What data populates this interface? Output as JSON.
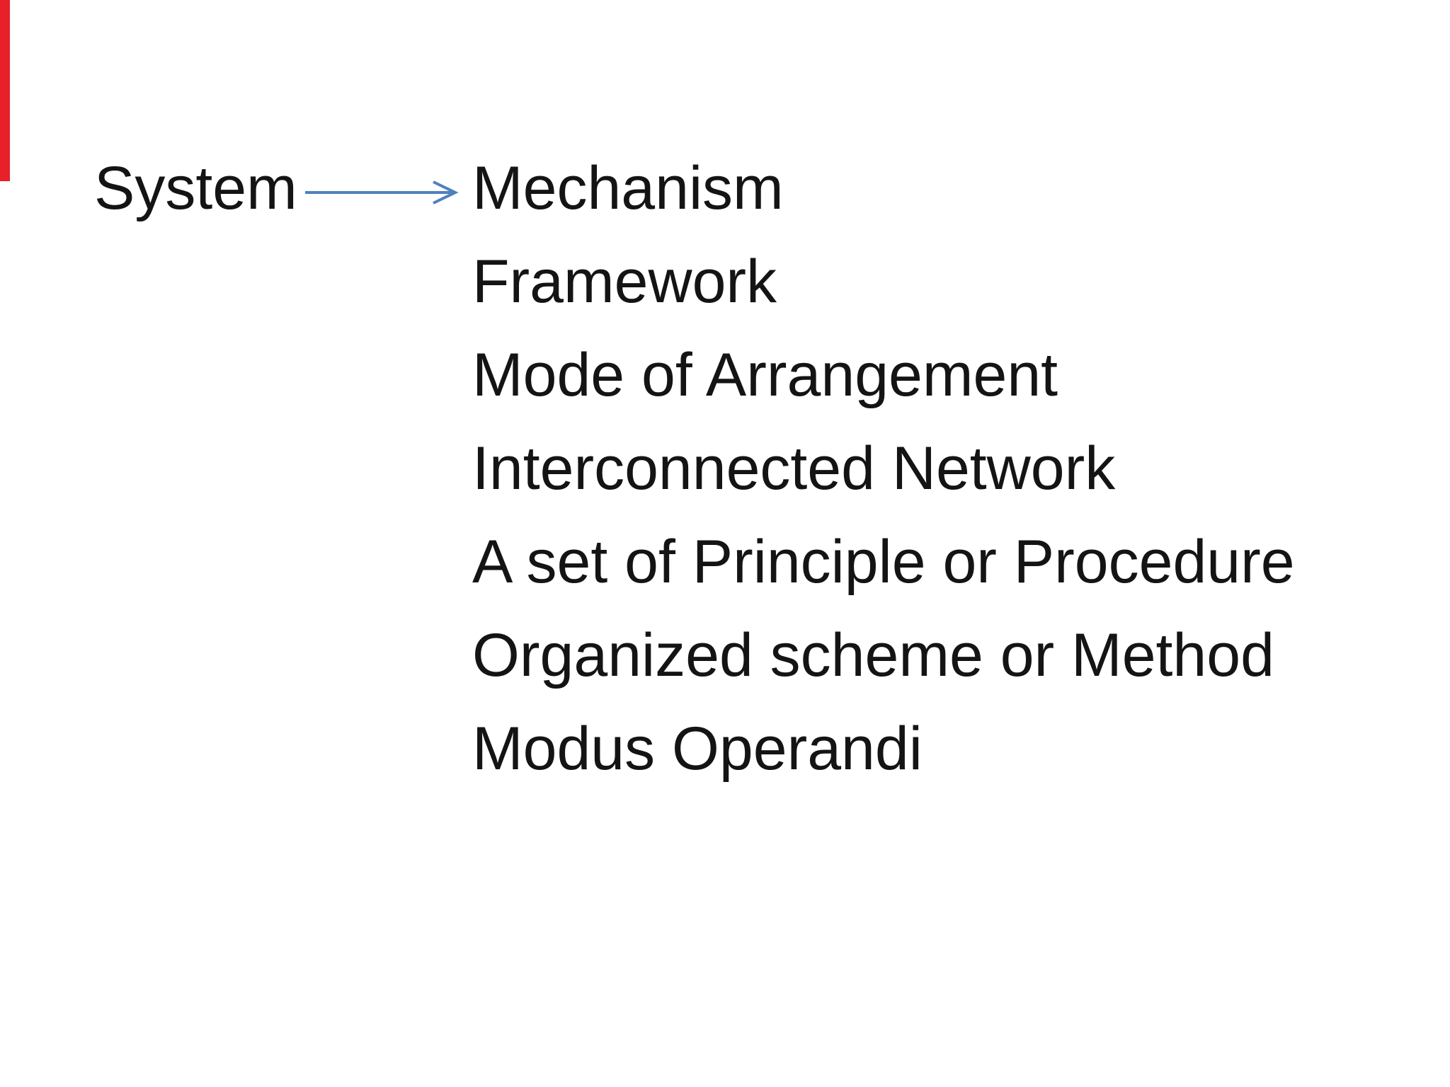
{
  "slide": {
    "background_color": "#ffffff",
    "text_color": "#141414",
    "term": "System",
    "arrow": {
      "name": "right-arrow",
      "direction": "right",
      "color": "#4f81bd"
    },
    "synonyms": [
      "Mechanism",
      "Framework",
      "Mode of Arrangement",
      "Interconnected Network",
      "A set of Principle or Procedure",
      "Organized scheme or Method",
      "Modus Operandi"
    ],
    "decor": {
      "red_edge_bar_color": "#e8202a"
    }
  }
}
